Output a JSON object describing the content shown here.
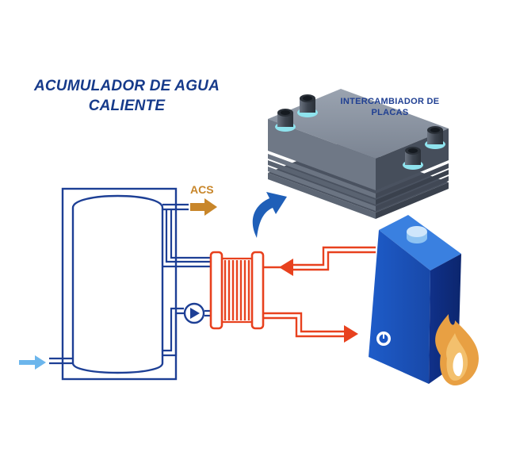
{
  "labels": {
    "tank_title_line1": "ACUMULADOR DE AGUA",
    "tank_title_line2": "CALIENTE",
    "exchanger_line1": "INTERCAMBIADOR DE",
    "exchanger_line2": "PLACAS",
    "acs": "ACS"
  },
  "colors": {
    "tank_outline": "#1d3f95",
    "hot_pipe": "#e8411e",
    "acs_arrow": "#c8862a",
    "cold_inlet_arrow": "#6cb6ec",
    "boiler_body": "#1a56c4",
    "curved_arrow": "#1f5fb8",
    "flame": "#e8a043",
    "exchanger_body": "#5a6372"
  },
  "icons": [
    "pump-icon",
    "flame-icon",
    "gauge-icon",
    "curved-arrow-icon",
    "acs-arrow-icon",
    "cold-inlet-arrow-icon"
  ]
}
